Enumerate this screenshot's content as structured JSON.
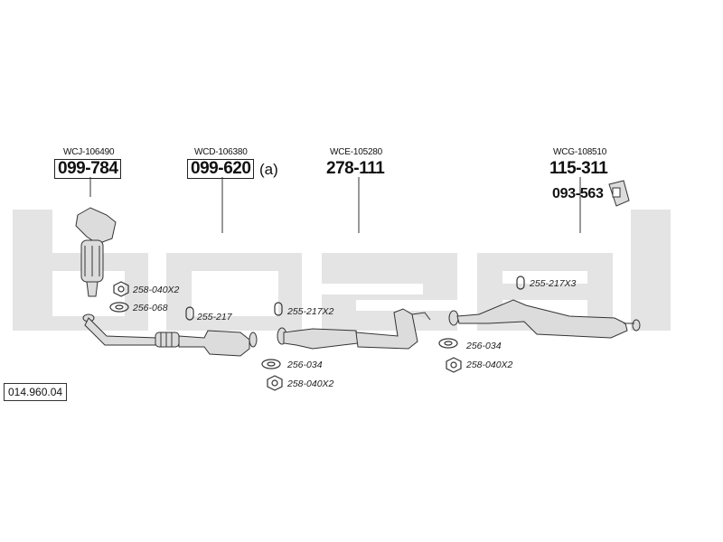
{
  "watermark": "bosal",
  "reference": "014.960.04",
  "parts": [
    {
      "code": "WCJ-106490",
      "number_a": "099",
      "number_b": "784",
      "suffix": ""
    },
    {
      "code": "WCD-106380",
      "number_a": "099",
      "number_b": "620",
      "suffix": "(a)"
    },
    {
      "code": "WCE-105280",
      "number_a": "278",
      "number_b": "111",
      "suffix": ""
    },
    {
      "code": "WCG-108510",
      "number_a": "115",
      "number_b": "311",
      "suffix": ""
    }
  ],
  "bracket_part": "093-563",
  "accessories": {
    "nut_1": "258-040X2",
    "gasket_1": "256-068",
    "clamp_1": "255-217",
    "clamp_2": "255-217X2",
    "gasket_2": "256-034",
    "nut_2": "258-040X2",
    "clamp_3": "255-217X3",
    "gasket_3": "256-034",
    "nut_3": "258-040X2"
  },
  "colors": {
    "watermark": "#e4e4e4",
    "line": "#333333",
    "part_fill": "#dcdcdc"
  }
}
